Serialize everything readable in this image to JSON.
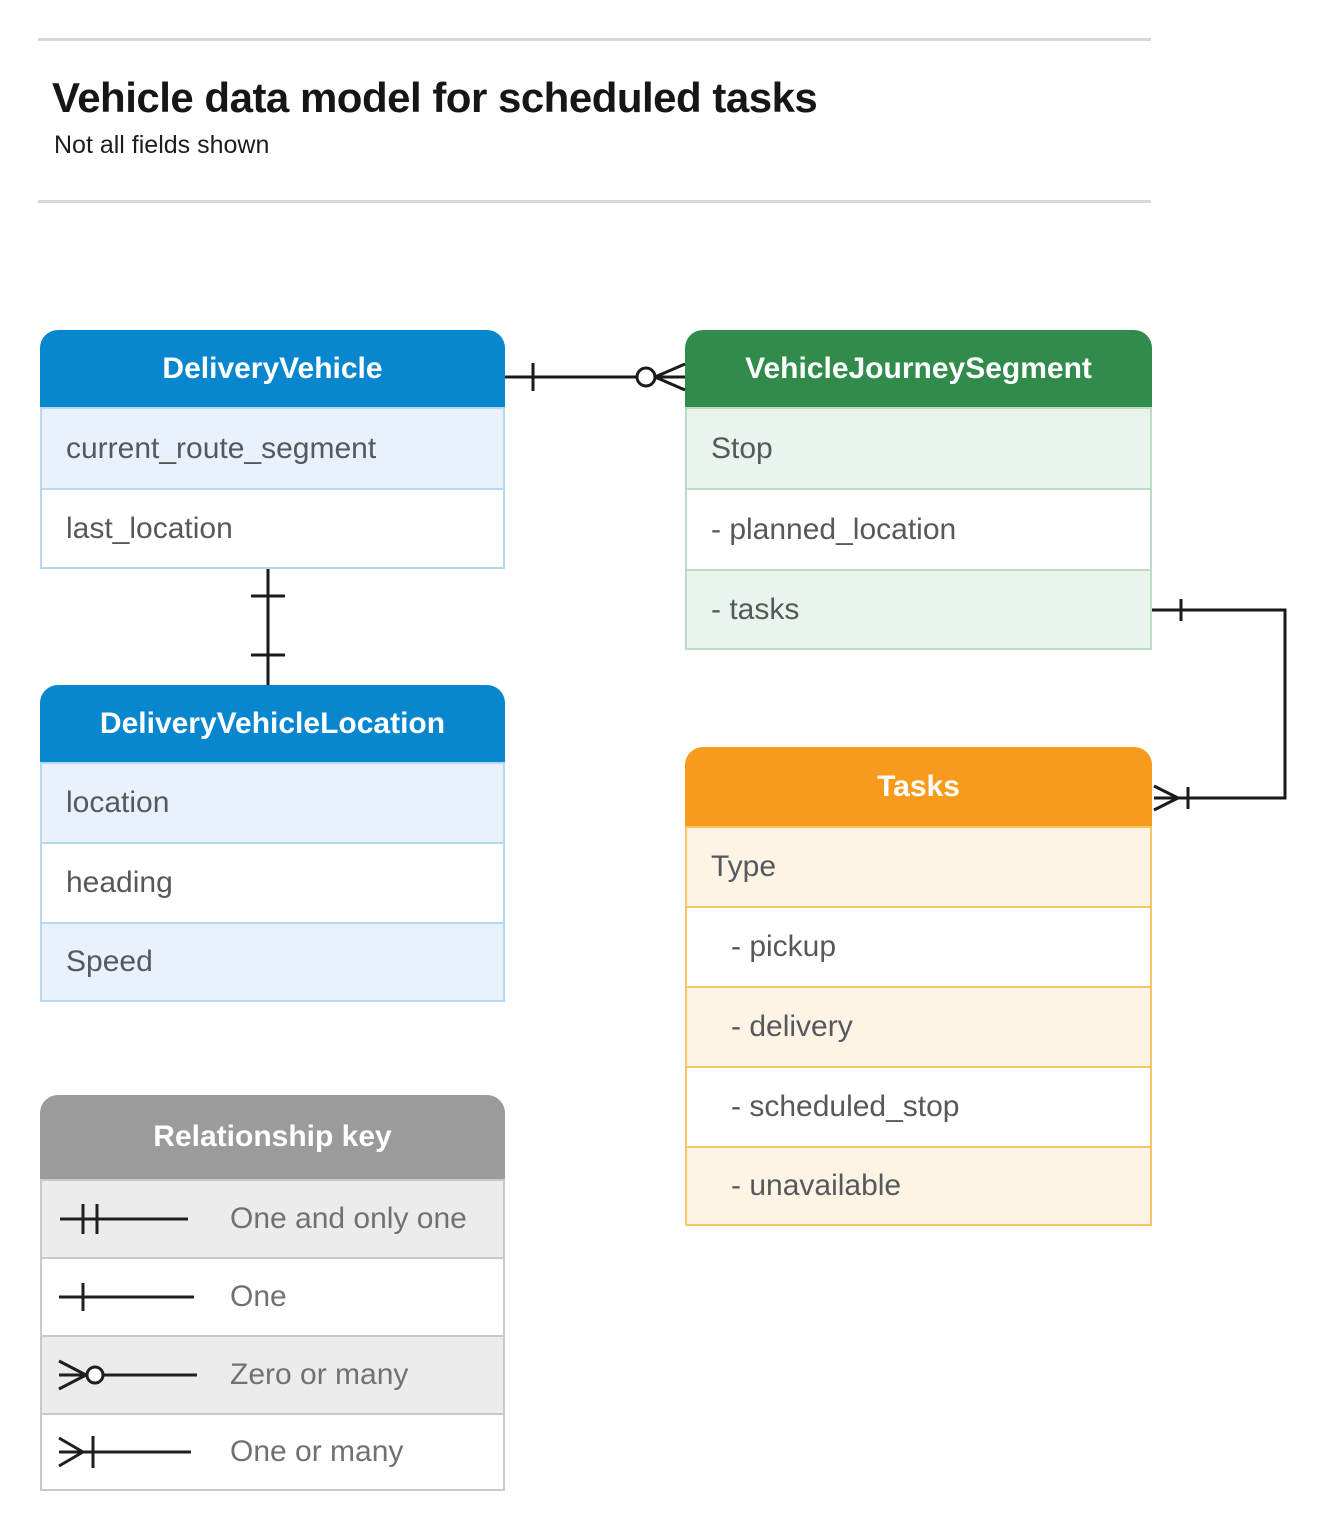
{
  "page": {
    "title": "Vehicle data model for scheduled tasks",
    "subtitle": "Not all fields shown"
  },
  "entities": {
    "delivery_vehicle": {
      "title": "DeliveryVehicle",
      "rows": [
        "current_route_segment",
        "last_location"
      ]
    },
    "vehicle_journey_segment": {
      "title": "VehicleJourneySegment",
      "rows": [
        "Stop",
        "- planned_location",
        "- tasks"
      ]
    },
    "delivery_vehicle_location": {
      "title": "DeliveryVehicleLocation",
      "rows": [
        "location",
        "heading",
        "Speed"
      ]
    },
    "tasks": {
      "title": "Tasks",
      "rows": [
        "Type",
        "- pickup",
        "- delivery",
        "- scheduled_stop",
        "- unavailable"
      ]
    }
  },
  "legend": {
    "title": "Relationship key",
    "items": [
      {
        "symbol": "one-and-only-one",
        "label": "One and only one"
      },
      {
        "symbol": "one",
        "label": "One"
      },
      {
        "symbol": "zero-or-many",
        "label": "Zero or many"
      },
      {
        "symbol": "one-or-many",
        "label": "One or many"
      }
    ]
  },
  "relationships": [
    {
      "from": "DeliveryVehicle",
      "from_cardinality": "one",
      "to": "VehicleJourneySegment",
      "to_cardinality": "zero-or-many"
    },
    {
      "from": "DeliveryVehicle",
      "from_cardinality": "one",
      "to": "DeliveryVehicleLocation",
      "to_cardinality": "one"
    },
    {
      "from": "VehicleJourneySegment.tasks",
      "from_cardinality": "one",
      "to": "Tasks",
      "to_cardinality": "one-or-many"
    }
  ],
  "colors": {
    "blue_header": "#0887cf",
    "blue_row_tint": "#e8f1fc",
    "blue_border": "#b5d9f4",
    "green_header": "#318b4b",
    "green_row_tint": "#e9f4ec",
    "green_border": "#bcdcc6",
    "orange_header": "#f89b1c",
    "orange_row_tint": "#fdf4e5",
    "orange_border": "#f7c567",
    "gray_header": "#9b9b9b",
    "gray_row_tint": "#ececec",
    "gray_border": "#c9c9c9",
    "connector": "#1a1a1a",
    "divider": "#d8d8d8",
    "row_text": "#55585c",
    "legend_text": "#707174"
  }
}
